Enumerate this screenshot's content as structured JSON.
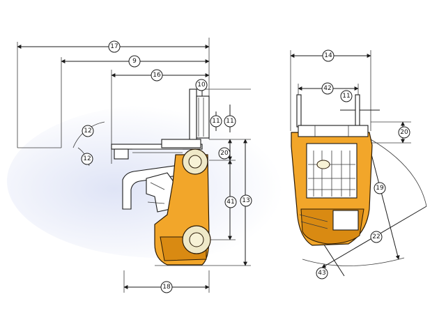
{
  "colors": {
    "body": "#f2a62a",
    "body_dark": "#d98a12",
    "line": "#1a1a1a",
    "background_tint": "#e8ecf8"
  },
  "side_view": {
    "labels": {
      "l17": "17",
      "l9": "9",
      "l16": "16",
      "l10": "10",
      "l12a": "12",
      "l12b": "12",
      "l11a": "11",
      "l11b": "11",
      "l20": "20",
      "l41": "41",
      "l13": "13",
      "l18": "18"
    }
  },
  "front_view": {
    "labels": {
      "l14": "14",
      "l42": "42",
      "l11": "11",
      "l20": "20",
      "l19": "19",
      "l22": "22",
      "l43": "43"
    }
  }
}
